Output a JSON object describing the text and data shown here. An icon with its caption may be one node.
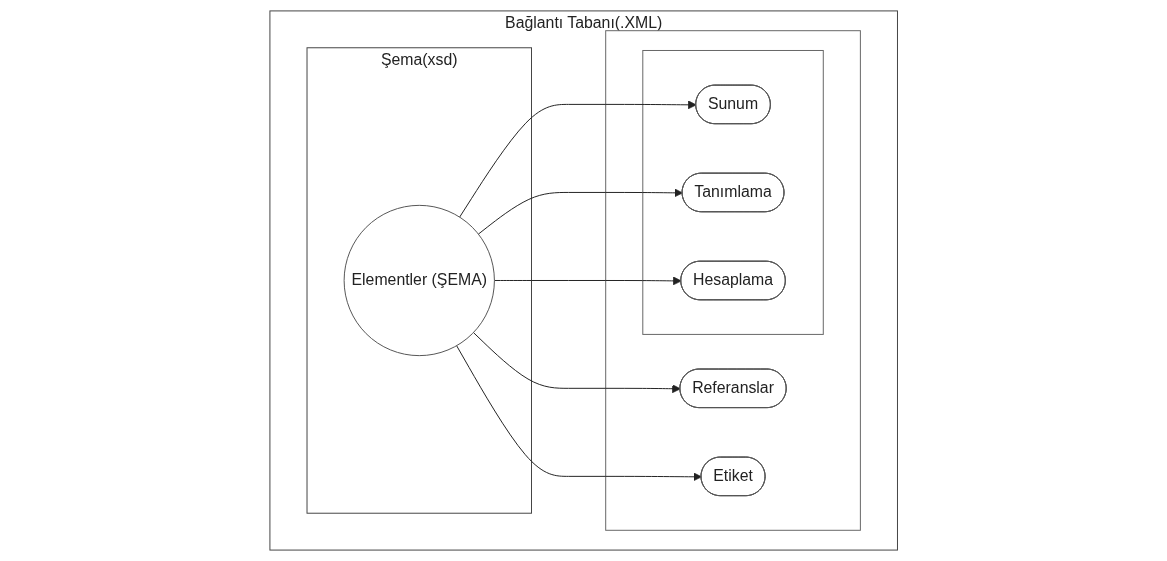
{
  "diagram": {
    "nodes": [
      {
        "text": [
          "Bağlantı Tabanı(.XML)"
        ]
      },
      {
        "text": [
          "Şema(xsd)"
        ],
        "in": 0
      },
      {
        "text": [
          "Elementler (ŞEMA)"
        ],
        "in": 1
      },
      {
        "text": [],
        "shape": "box",
        "in": 0
      },
      {
        "text": [],
        "shape": "box",
        "in": 3
      },
      {
        "text": [
          "Sunum"
        ],
        "in": 4
      },
      {
        "text": [
          "Hesaplama"
        ],
        "in": 4
      },
      {
        "text": [
          "Tanımlama"
        ],
        "in": 4
      },
      {
        "text": [
          "Referanslar"
        ],
        "in": 3
      },
      {
        "text": [
          "Etiket"
        ],
        "in": 3
      }
    ],
    "edges": [
      {
        "from": 2,
        "to": 5,
        "arrow": "to"
      },
      {
        "from": 2,
        "to": 7,
        "arrow": "to"
      },
      {
        "from": 2,
        "to": 6,
        "arrow": "to"
      },
      {
        "from": 2,
        "to": 8,
        "arrow": "to"
      },
      {
        "from": 2,
        "to": 9,
        "arrow": "to"
      }
    ]
  }
}
